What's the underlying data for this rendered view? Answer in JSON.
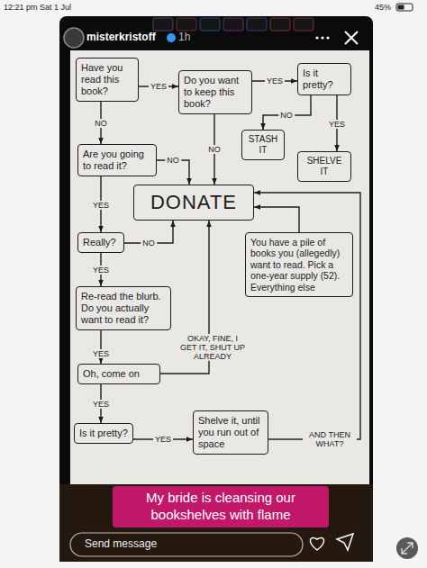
{
  "diagram": {
    "caption": "My bride is cleansing our bookshelves with flame",
    "nodes": [
      {
        "text": [
          "Have you read this book?"
        ]
      },
      {
        "text": [
          "Do you want to keep this book?"
        ]
      },
      {
        "text": [
          "Is it pretty?"
        ]
      },
      {
        "text": [
          "STASH IT"
        ]
      },
      {
        "text": [
          "SHELVE IT"
        ]
      },
      {
        "text": [
          "Are you going to read it?"
        ]
      },
      {
        "text": [
          "DONATE"
        ]
      },
      {
        "text": [
          "Really?"
        ]
      },
      {
        "text": [
          "You have a pile of books you (allegedly) want to read. Pick a one-year supply (52). Everything else"
        ]
      },
      {
        "text": [
          "Re-read the blurb. Do you actually want to read it?"
        ]
      },
      {
        "text": [
          "Oh, come on"
        ]
      },
      {
        "text": [
          "Is it pretty?"
        ]
      },
      {
        "text": [
          "Shelve it, until you run out of space"
        ]
      }
    ],
    "edges": [
      {
        "from": 0,
        "to": 1,
        "label": "YES",
        "arrow": "to"
      },
      {
        "from": 1,
        "to": 2,
        "label": "YES",
        "arrow": "to"
      },
      {
        "from": 2,
        "to": 3,
        "label": "NO",
        "arrow": "to"
      },
      {
        "from": 2,
        "to": 4,
        "label": "YES",
        "arrow": "to"
      },
      {
        "from": 0,
        "to": 5,
        "label": "NO",
        "arrow": "to"
      },
      {
        "from": 1,
        "to": 6,
        "label": "NO",
        "arrow": "to"
      },
      {
        "from": 5,
        "to": 6,
        "label": "NO",
        "arrow": "to"
      },
      {
        "from": 5,
        "to": 7,
        "label": "YES",
        "arrow": "to"
      },
      {
        "from": 7,
        "to": 6,
        "label": "NO",
        "arrow": "to"
      },
      {
        "from": 7,
        "to": 9,
        "label": "YES",
        "arrow": "to"
      },
      {
        "from": 8,
        "to": 6,
        "arrow": "to"
      },
      {
        "from": 9,
        "to": 10,
        "label": "YES",
        "arrow": "to"
      },
      {
        "from": 10,
        "to": 6,
        "label": "OKAY, FINE, I GET IT, SHUT UP ALREADY",
        "arrow": "to"
      },
      {
        "from": 10,
        "to": 11,
        "label": "YES",
        "arrow": "to"
      },
      {
        "from": 11,
        "to": 12,
        "label": "YES",
        "arrow": "to"
      },
      {
        "from": 12,
        "to": 6,
        "label": "AND THEN WHAT?",
        "arrow": "to"
      }
    ],
    "labels": [
      "12:21 pm",
      "Sat 1 Jul",
      "45%",
      "misterkristoff",
      "1h",
      "Send message"
    ]
  }
}
